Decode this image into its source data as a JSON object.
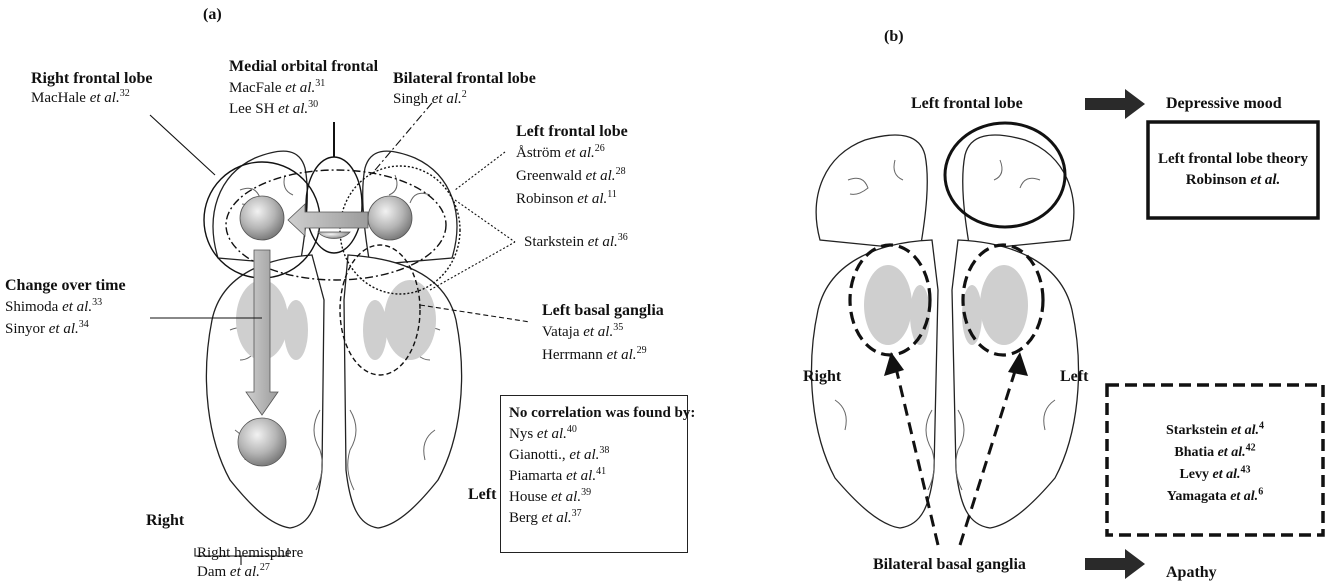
{
  "panel_a": {
    "label": "(a)",
    "right_frontal_lobe": {
      "title": "Right frontal lobe",
      "ref": "MacHale",
      "ref_sup": "32"
    },
    "medial_orbital_frontal": {
      "title": "Medial orbital frontal",
      "refs": [
        {
          "name": "MacFale",
          "sup": "31"
        },
        {
          "name": "Lee SH",
          "sup": "30"
        }
      ]
    },
    "bilateral_frontal_lobe": {
      "title": "Bilateral frontal lobe",
      "ref": "Singh",
      "ref_sup": "2"
    },
    "left_frontal_lobe": {
      "title": "Left frontal lobe",
      "refs": [
        {
          "name": "Åström",
          "sup": "26"
        },
        {
          "name": "Greenwald",
          "sup": "28"
        },
        {
          "name": "Robinson",
          "sup": "11"
        }
      ]
    },
    "starkstein": {
      "name": "Starkstein",
      "sup": "36"
    },
    "change_over_time": {
      "title": "Change over time",
      "refs": [
        {
          "name": "Shimoda",
          "sup": "33"
        },
        {
          "name": "Sinyor",
          "sup": "34"
        }
      ]
    },
    "left_basal_ganglia": {
      "title": "Left basal ganglia",
      "refs": [
        {
          "name": "Vataja",
          "sup": "35"
        },
        {
          "name": "Herrmann",
          "sup": "29"
        }
      ]
    },
    "no_correlation": {
      "title": "No correlation was found by:",
      "refs": [
        {
          "name": "Nys",
          "sup": "40"
        },
        {
          "name": "Gianotti.,",
          "sup": "38"
        },
        {
          "name": "Piamarta",
          "sup": "41"
        },
        {
          "name": "House",
          "sup": "39"
        },
        {
          "name": "Berg",
          "sup": "37"
        }
      ]
    },
    "right_label": "Right",
    "left_label": "Left",
    "right_hemisphere": {
      "title": "Right hemisphere",
      "ref": "Dam",
      "ref_sup": "27"
    },
    "et_al": "et al."
  },
  "panel_b": {
    "label": "(b)",
    "left_frontal_lobe": "Left frontal lobe",
    "depressive_mood": "Depressive mood",
    "theory_line1": "Left frontal lobe theory",
    "theory_line2_name": "Robinson",
    "theory_line2_etal": "et al.",
    "right_label": "Right",
    "left_label": "Left",
    "bilateral_basal_ganglia": "Bilateral basal ganglia",
    "apathy": "Apathy",
    "apathy_refs": [
      {
        "name": "Starkstein",
        "sup": "4"
      },
      {
        "name": "Bhatia",
        "sup": "42"
      },
      {
        "name": "Levy",
        "sup": "43"
      },
      {
        "name": "Yamagata",
        "sup": "6"
      }
    ],
    "et_al": "et al."
  },
  "colors": {
    "line": "#111111",
    "brain_fill": "#ffffff",
    "basal_ganglia": "#c9c9c9",
    "arrow_fill": "#bdbdbd",
    "lobe_sphere": "#a8a8a8"
  }
}
